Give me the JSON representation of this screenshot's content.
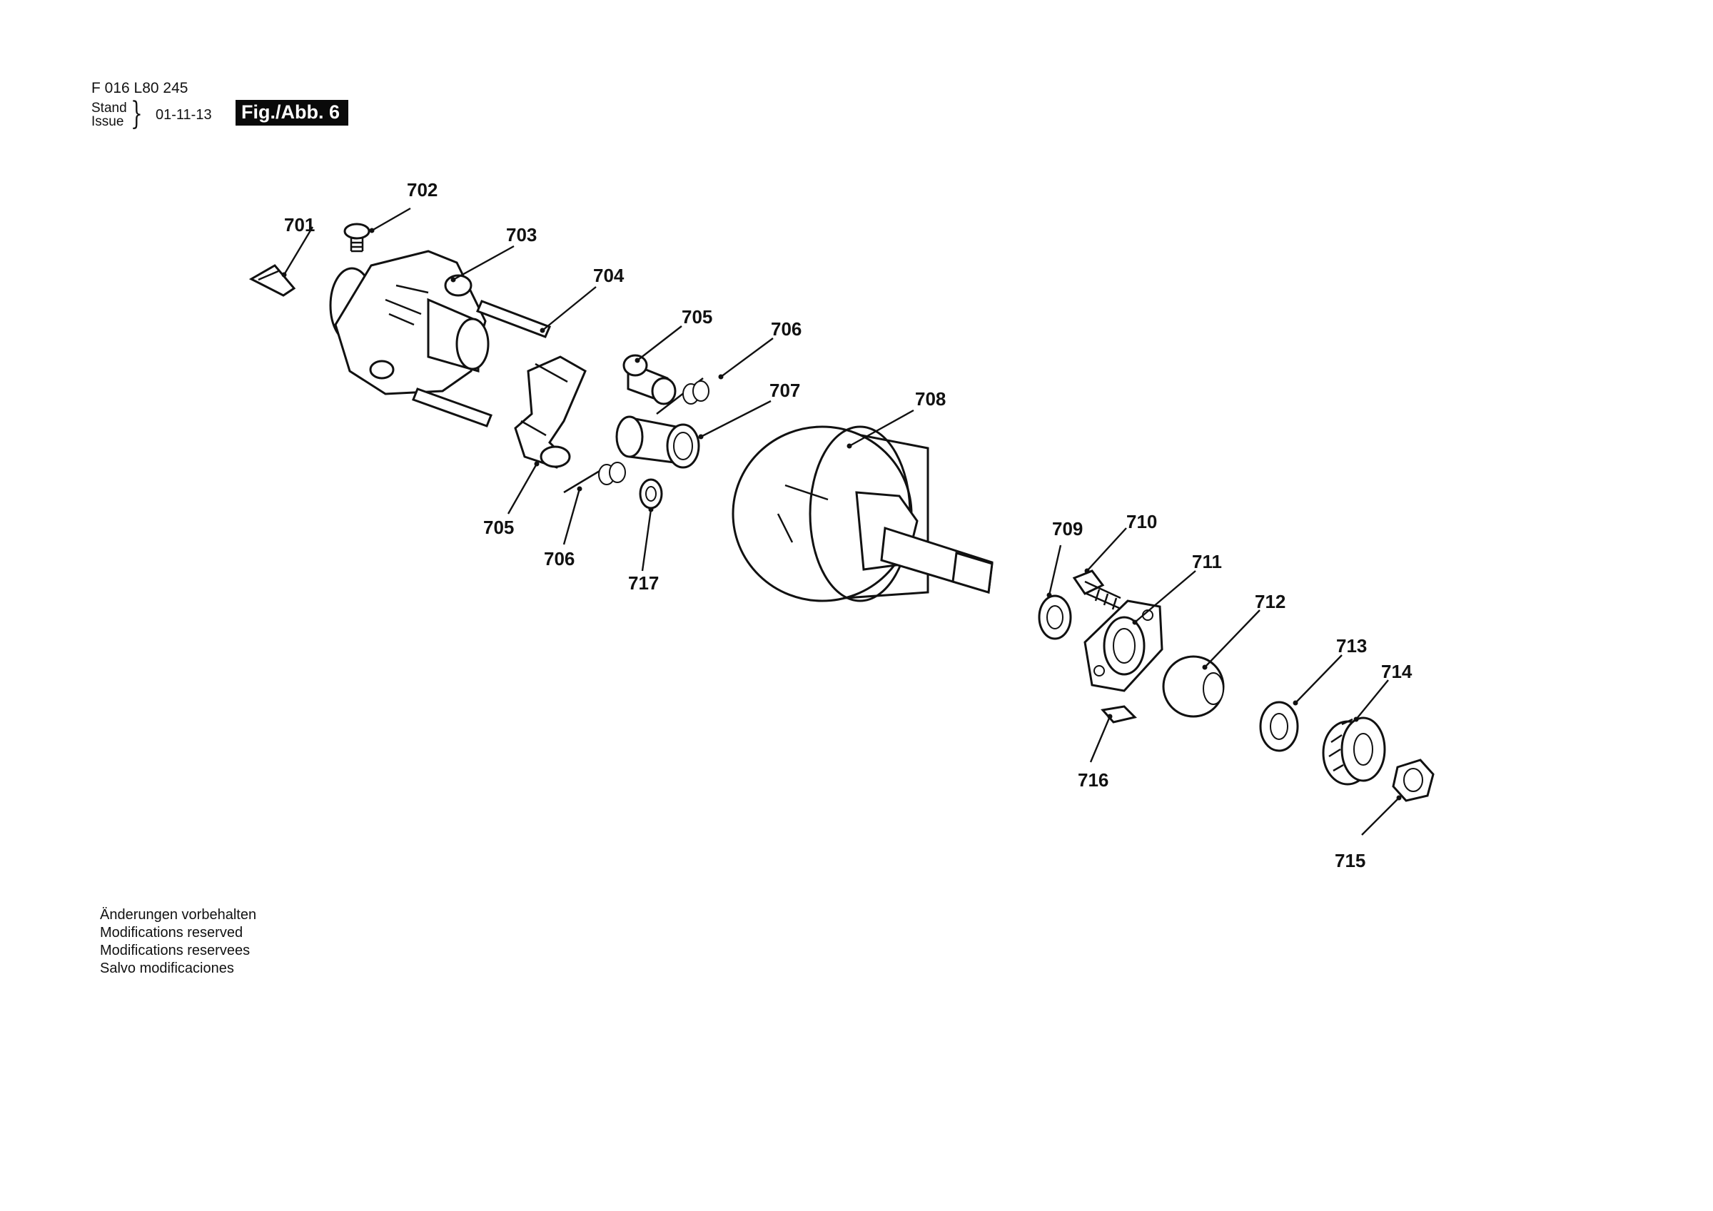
{
  "header": {
    "doc_number": "F 016 L80 245",
    "stand_label": "Stand",
    "issue_label": "Issue",
    "issue_date": "01-11-13",
    "figure_label": "Fig./Abb. 6"
  },
  "callouts": [
    {
      "id": "c701",
      "label": "701"
    },
    {
      "id": "c702",
      "label": "702"
    },
    {
      "id": "c703",
      "label": "703"
    },
    {
      "id": "c704",
      "label": "704"
    },
    {
      "id": "c705a",
      "label": "705"
    },
    {
      "id": "c706a",
      "label": "706"
    },
    {
      "id": "c707",
      "label": "707"
    },
    {
      "id": "c708",
      "label": "708"
    },
    {
      "id": "c705b",
      "label": "705"
    },
    {
      "id": "c706b",
      "label": "706"
    },
    {
      "id": "c717",
      "label": "717"
    },
    {
      "id": "c709",
      "label": "709"
    },
    {
      "id": "c710",
      "label": "710"
    },
    {
      "id": "c711",
      "label": "711"
    },
    {
      "id": "c712",
      "label": "712"
    },
    {
      "id": "c713",
      "label": "713"
    },
    {
      "id": "c714",
      "label": "714"
    },
    {
      "id": "c716",
      "label": "716"
    },
    {
      "id": "c715",
      "label": "715"
    }
  ],
  "footer": {
    "lines": [
      "Änderungen vorbehalten",
      "Modifications reserved",
      "Modifications reservees",
      "Salvo modificaciones"
    ]
  }
}
